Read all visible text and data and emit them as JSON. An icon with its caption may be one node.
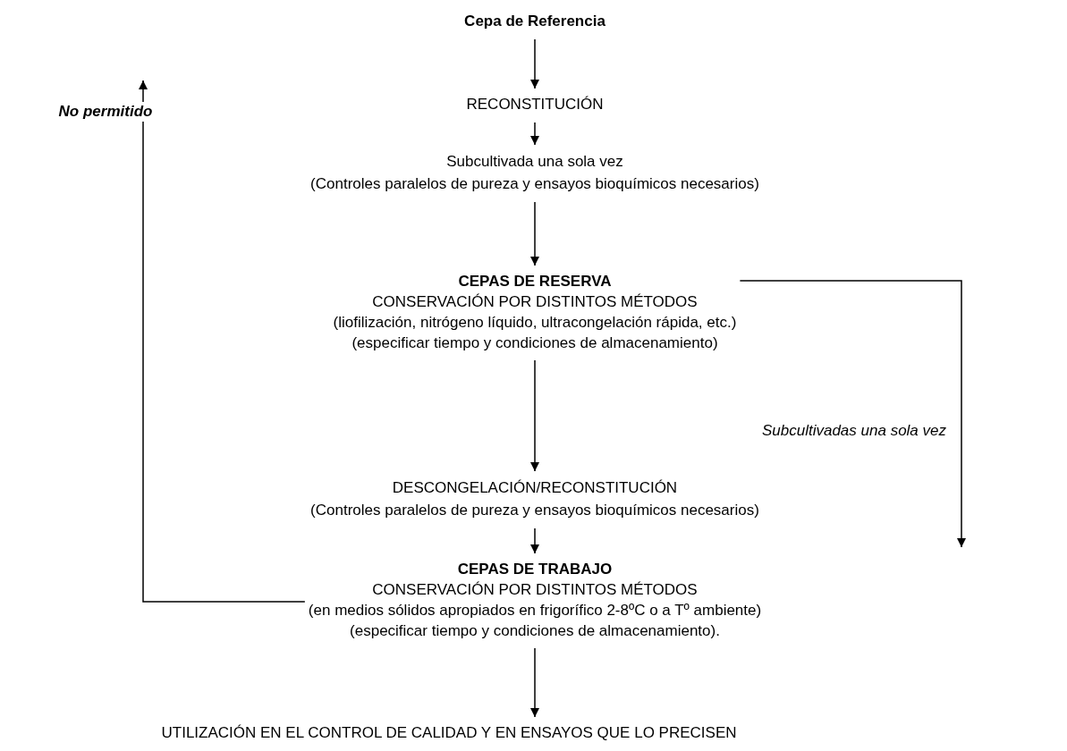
{
  "diagram": {
    "nodes": [
      {
        "text": [
          "Cepa de Referencia"
        ]
      },
      {
        "text": [
          "RECONSTITUCIÓN"
        ]
      },
      {
        "text": [
          "Subcultivada una sola vez",
          "(Controles paralelos de pureza y ensayos bioquímicos necesarios)"
        ]
      },
      {
        "text": [
          "CEPAS DE RESERVA",
          "CONSERVACIÓN POR DISTINTOS MÉTODOS",
          "(liofilización, nitrógeno líquido, ultracongelación rápida, etc.)",
          "(especificar tiempo y condiciones de almacenamiento)"
        ]
      },
      {
        "text": [
          "DESCONGELACIÓN/RECONSTITUCIÓN",
          "(Controles paralelos de pureza y ensayos bioquímicos necesarios)"
        ]
      },
      {
        "text": [
          "CEPAS DE TRABAJO",
          "CONSERVACIÓN POR DISTINTOS MÉTODOS",
          "(en medios sólidos apropiados en frigorífico 2-8ºC o a Tº ambiente)",
          "(especificar tiempo y condiciones de almacenamiento)."
        ]
      },
      {
        "text": [
          "UTILIZACIÓN EN EL CONTROL DE CALIDAD Y EN ENSAYOS QUE LO PRECISEN"
        ]
      }
    ],
    "edges": [
      {
        "from": 0,
        "to": 1,
        "arrow": "to"
      },
      {
        "from": 1,
        "to": 2,
        "arrow": "to"
      },
      {
        "from": 2,
        "to": 3,
        "arrow": "to"
      },
      {
        "from": 3,
        "to": 4,
        "arrow": "to"
      },
      {
        "from": 4,
        "to": 5,
        "arrow": "to"
      },
      {
        "from": 5,
        "to": 6,
        "arrow": "to"
      },
      {
        "from": 5,
        "to": null,
        "arrow": "to",
        "label": "No permitido"
      },
      {
        "from": 3,
        "to": null,
        "arrow": "to",
        "label": "Subcultivadas una sola vez"
      }
    ]
  }
}
